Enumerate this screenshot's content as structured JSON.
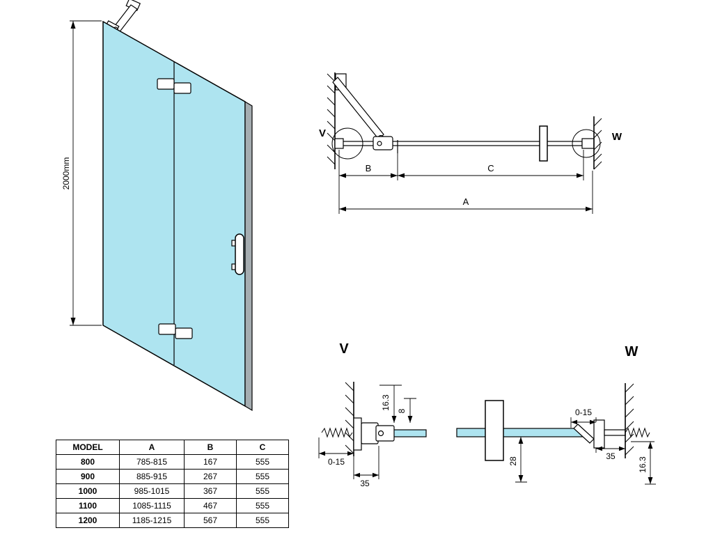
{
  "front_view": {
    "height_dim": "2000mm"
  },
  "plan_view": {
    "marker_v": "V",
    "marker_w": "W",
    "dim_b": "B",
    "dim_c": "C",
    "dim_a": "A"
  },
  "detail_v": {
    "title": "V",
    "dim_depth": "16.3",
    "dim_glass_offset": "8",
    "dim_adjust": "0-15",
    "dim_total": "35"
  },
  "detail_w": {
    "title": "W",
    "dim_adjust": "0-15",
    "dim_total": "35",
    "dim_offset": "28",
    "dim_depth": "16.3"
  },
  "spec_table": {
    "headers": [
      "MODEL",
      "A",
      "B",
      "C"
    ],
    "rows": [
      [
        "800",
        "785-815",
        "167",
        "555"
      ],
      [
        "900",
        "885-915",
        "267",
        "555"
      ],
      [
        "1000",
        "985-1015",
        "367",
        "555"
      ],
      [
        "1100",
        "1085-1115",
        "467",
        "555"
      ],
      [
        "1200",
        "1185-1215",
        "567",
        "555"
      ]
    ]
  },
  "colors": {
    "glass": "#aee4f0",
    "frame": "#a5adb1",
    "line": "#000000"
  }
}
